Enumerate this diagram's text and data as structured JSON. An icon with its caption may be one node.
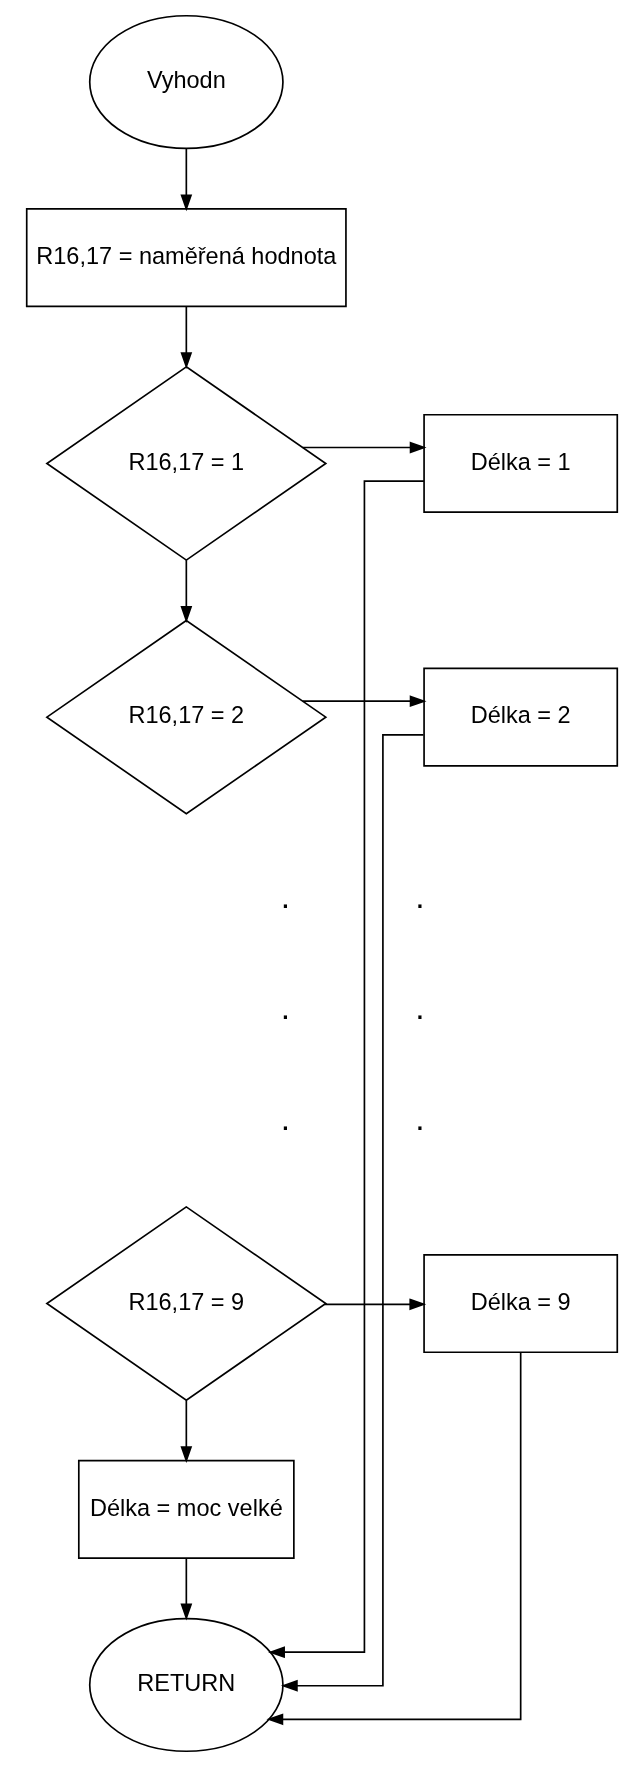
{
  "diagram": {
    "nodes": [
      {
        "text": [
          "Vyhodn"
        ]
      },
      {
        "text": [
          "R16,17 = naměřená hodnota"
        ]
      },
      {
        "text": [
          "R16,17 = 1"
        ]
      },
      {
        "text": [
          "Délka = 1"
        ]
      },
      {
        "text": [
          "R16,17 = 2"
        ]
      },
      {
        "text": [
          "Délka = 2"
        ]
      },
      {
        "text": [
          "R16,17 = 9"
        ]
      },
      {
        "text": [
          "Délka = 9"
        ]
      },
      {
        "text": [
          "Délka = moc velké"
        ]
      },
      {
        "text": [
          "RETURN"
        ]
      }
    ],
    "edges": [
      {
        "from": 0,
        "to": 1,
        "arrow": "to"
      },
      {
        "from": 1,
        "to": 2,
        "arrow": "to"
      },
      {
        "from": 2,
        "to": 3,
        "arrow": "to"
      },
      {
        "from": 2,
        "to": 4,
        "arrow": "to"
      },
      {
        "from": 4,
        "to": 5,
        "arrow": "to"
      },
      {
        "from": 6,
        "to": 7,
        "arrow": "to"
      },
      {
        "from": 6,
        "to": 8,
        "arrow": "to"
      },
      {
        "from": 8,
        "to": 9,
        "arrow": "to"
      },
      {
        "from": 3,
        "to": 9,
        "arrow": "to"
      },
      {
        "from": 5,
        "to": 9,
        "arrow": "to"
      },
      {
        "from": 7,
        "to": 9,
        "arrow": "to"
      }
    ],
    "labels": [
      ".",
      ".",
      ".",
      ".",
      ".",
      "."
    ]
  }
}
